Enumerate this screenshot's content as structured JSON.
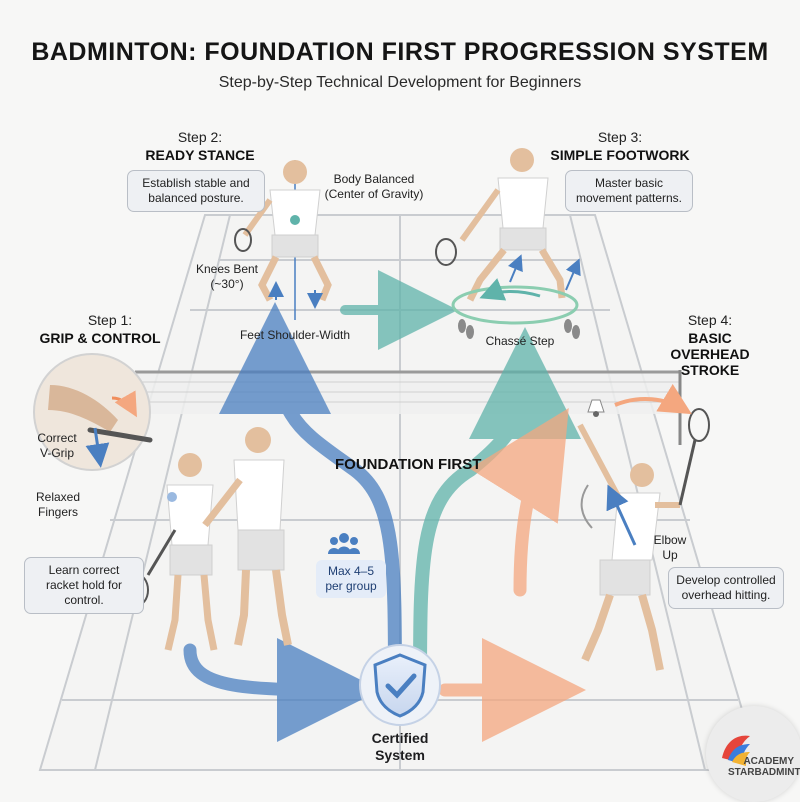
{
  "header": {
    "title": "BADMINTON: FOUNDATION FIRST PROGRESSION SYSTEM",
    "subtitle": "Step-by-Step Technical Development for Beginners"
  },
  "steps": [
    {
      "number": "Step 1:",
      "name": "GRIP & CONTROL",
      "description": "Learn correct racket hold for control.",
      "annotations": [
        "Correct V-Grip",
        "Relaxed Fingers"
      ]
    },
    {
      "number": "Step 2:",
      "name": "READY STANCE",
      "description": "Establish stable and balanced posture.",
      "annotations": [
        "Body Balanced (Center of Gravity)",
        "Knees Bent (~30°)",
        "Feet Shoulder-Width"
      ]
    },
    {
      "number": "Step 3:",
      "name": "SIMPLE FOOTWORK",
      "description": "Master basic movement patterns.",
      "annotations": [
        "Chassé Step"
      ]
    },
    {
      "number": "Step 4:",
      "name": "BASIC OVERHEAD STROKE",
      "description": "Develop controlled overhead hitting.",
      "annotations": [
        "Elbow Up"
      ]
    }
  ],
  "center": {
    "label": "FOUNDATION FIRST",
    "group_size": "Max 4–5 per group",
    "certified": "Certified System"
  },
  "logo": {
    "line1": "ACADEMY",
    "line2": "STARBADMINTON"
  },
  "colors": {
    "blue": "#4a7fc1",
    "teal": "#5fb3aa",
    "orange": "#f4a77f",
    "court_line": "#c9ccd0",
    "box_bg": "#eef0f3"
  },
  "icons": [
    "group-icon",
    "shield-check-icon",
    "logo-icon",
    "shuttlecock-icon",
    "racket-icon"
  ]
}
